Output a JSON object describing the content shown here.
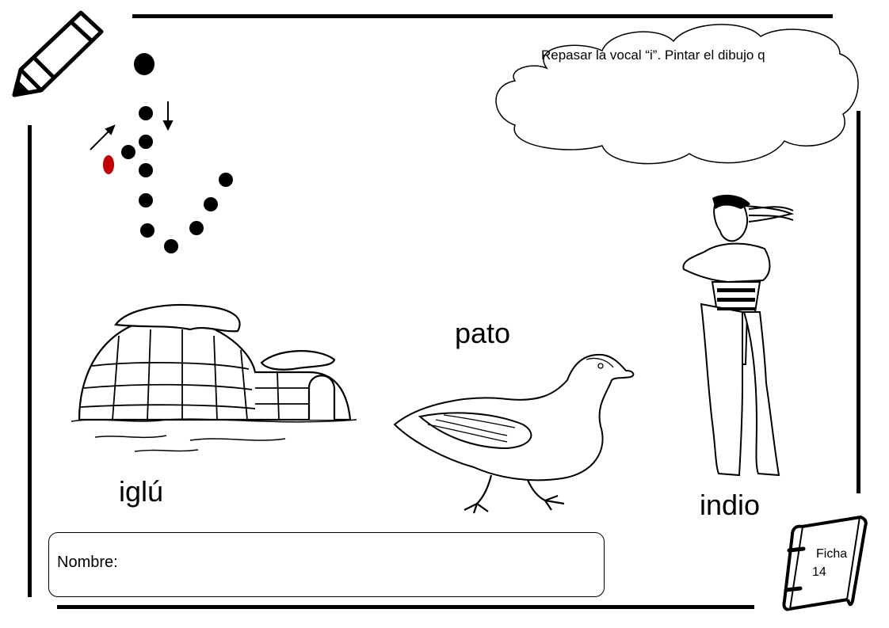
{
  "instructions": "Repasar la vocal “i”. Pintar el dibujo q",
  "words": {
    "pato": "pato",
    "iglu": "iglú",
    "indio": "indio"
  },
  "name_field": {
    "label": "Nombre:"
  },
  "ficha": {
    "label": "Ficha",
    "number": "14"
  },
  "icons": {
    "pencil": "pencil-icon",
    "book": "book-icon",
    "igloo": "igloo-illustration",
    "duck": "duck-illustration",
    "man": "native-man-illustration"
  },
  "colors": {
    "start_dot": "#c00000",
    "ink": "#000000"
  }
}
